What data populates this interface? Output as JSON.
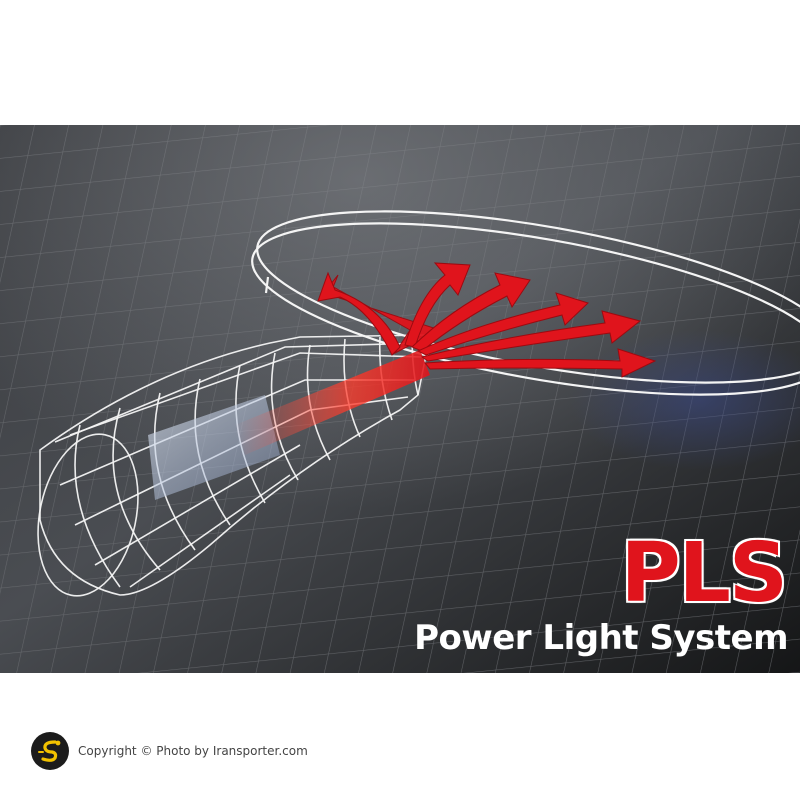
{
  "product": {
    "title": "PLS",
    "subtitle": "Power Light System"
  },
  "footer": {
    "copyright": "Copyright © Photo by Iransporter.com",
    "logo_icon": "iransporter-logo-icon"
  },
  "colors": {
    "accent_red": "#e0141c",
    "background_dark": "#2a2c2f",
    "grid_line": "#6d7074",
    "wireframe": "#f4f4f4",
    "logo_yellow": "#f2c200"
  }
}
